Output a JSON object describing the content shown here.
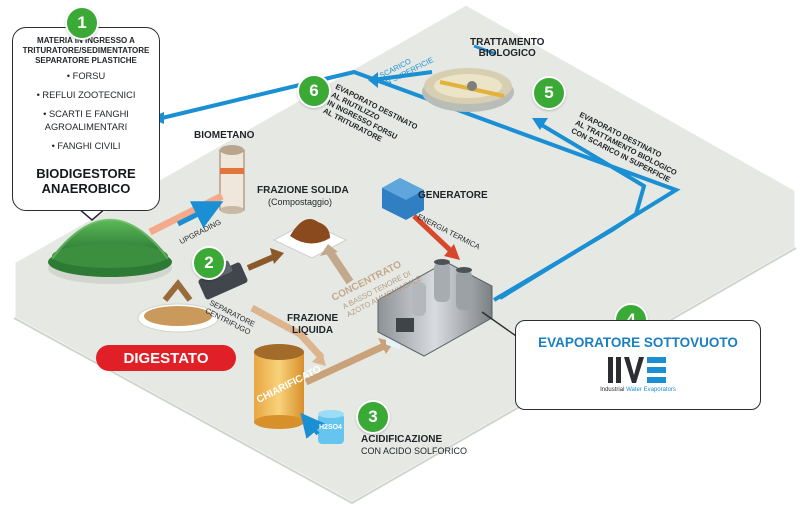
{
  "steps": [
    "1",
    "2",
    "3",
    "4",
    "5",
    "6"
  ],
  "callout": {
    "header_line1": "MATERIA IN INGRESSO A",
    "header_line2": "TRITURATORE/SEDIMENTATORE",
    "header_line3": "SEPARATORE PLASTICHE",
    "items": [
      "• FORSU",
      "• REFLUI ZOOTECNICI",
      "• SCARTI E FANGHI",
      "AGROALIMENTARI",
      "• FANGHI CIVILI"
    ],
    "title_line1": "BIODIGESTORE",
    "title_line2": "ANAEROBICO"
  },
  "labels": {
    "biometano": "BIOMETANO",
    "upgrading": "UPGRADING",
    "frazione_solida": "FRAZIONE SOLIDA",
    "compostaggio": "(Compostaggio)",
    "generatore": "GENERATORE",
    "energia_termica": "ENERGIA TERMICA",
    "trattamento_line1": "TRATTAMENTO",
    "trattamento_line2": "BIOLOGICO",
    "scarico_line1": "SCARICO",
    "scarico_line2": "IN SUPERFICIE",
    "separatore_line1": "SEPARATORE",
    "separatore_line2": "CENTRIFUGO",
    "frazione_liquida_line1": "FRAZIONE",
    "frazione_liquida_line2": "LIQUIDA",
    "concentrato": "CONCENTRATO",
    "concentrato_sub1": "A BASSO TENORE DI",
    "concentrato_sub2": "AZOTO AMMONIACALE",
    "digestato": "DIGESTATO",
    "chiarificato": "CHIARIFICATO",
    "h2so4": "H2SO4",
    "acidificazione": "ACIDIFICAZIONE",
    "acido": "CON ACIDO SOLFORICO",
    "evap6_line1": "EVAPORATO DESTINATO",
    "evap6_line2": "AL RIUTILIZZO",
    "evap6_line3": "IN INGRESSO FORSU",
    "evap6_line4": "AL TRITURATORE",
    "evap5_line1": "EVAPORATO DESTINATO",
    "evap5_line2": "AL TRATTAMENTO BIOLOGICO",
    "evap5_line3": "CON SCARICO IN SUPERFICIE"
  },
  "evaporatore": {
    "title": "EVAPORATORE SOTTOVUOTO",
    "logo_caption_1": "Industrial",
    "logo_caption_2": "Water",
    "logo_caption_3": "Evaporators"
  },
  "colors": {
    "green": "#3aa935",
    "blue": "#1a8fd4",
    "digestato_red": "#e11f26",
    "evap_title": "#1a7fc1",
    "platform": "#e6e9e3",
    "arrow_brown": "#8a5a2b",
    "arrow_orange": "#f0a27a",
    "arrow_red": "#d9472b"
  }
}
